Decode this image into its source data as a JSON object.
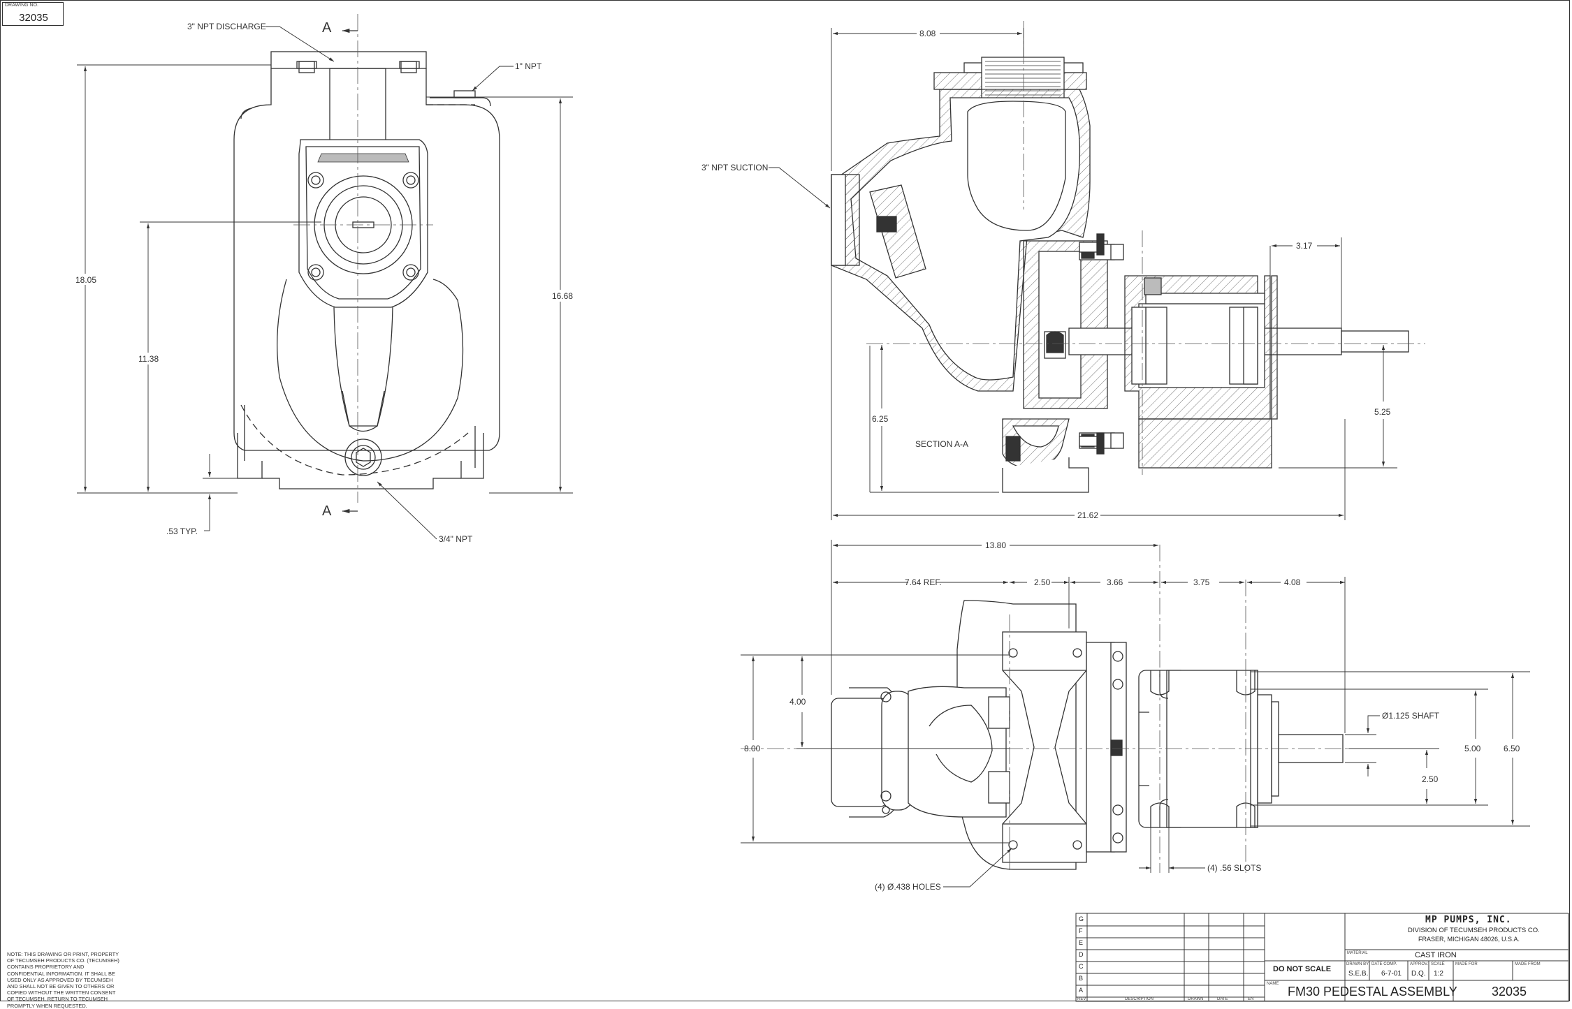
{
  "drawing_number_label": "DRAWING NO.",
  "drawing_number": "32035",
  "front_view": {
    "discharge_label": "3\" NPT DISCHARGE",
    "npt1_label": "1\" NPT",
    "npt34_label": "3/4\" NPT",
    "section_mark": "A",
    "dim_height_total": "18.05",
    "dim_height_right": "16.68",
    "dim_center": "11.38",
    "dim_base": ".53 TYP."
  },
  "section_view": {
    "suction_label": "3\" NPT SUCTION",
    "section_label": "SECTION A-A",
    "dim_top": "8.08",
    "dim_shaft": "3.17",
    "dim_center": "6.25",
    "dim_right": "5.25",
    "dim_length": "21.62"
  },
  "plan_view": {
    "dim_overall": "13.80",
    "dim_ref": "7.64 REF.",
    "dim_a": "2.50",
    "dim_b": "3.66",
    "dim_c": "3.75",
    "dim_d": "4.08",
    "dim_left_inner": "4.00",
    "dim_left_outer": "8.00",
    "dim_right_inner": "5.00",
    "dim_right_outer": "6.50",
    "dim_half": "2.50",
    "shaft_label": "Ø1.125 SHAFT",
    "holes_label": "(4) Ø.438 HOLES",
    "slots_label": "(4) .56 SLOTS"
  },
  "note": "NOTE: THIS DRAWING OR PRINT, PROPERTY OF TECUMSEH PRODUCTS CO. (TECUMSEH) CONTAINS PROPRIETORY AND CONFIDENTIAL INFORMATION. IT SHALL BE USED ONLY AS APPROVED BY TECUMSEH AND SHALL NOT BE GIVEN TO OTHERS OR COPIED WITHOUT THE WRITTEN CONSENT OF TECUMSEH. RETURN TO TECUMSEH PROMPTLY WHEN REQUESTED.",
  "title_block": {
    "revision_letters": [
      "G",
      "F",
      "E",
      "D",
      "C",
      "B",
      "A"
    ],
    "rev_headers": [
      "REV",
      "DESCRIPTION",
      "DRAWN",
      "DATE",
      "EN"
    ],
    "do_not_scale": "DO NOT SCALE",
    "company": "MP PUMPS, INC.",
    "division": "DIVISION OF TECUMSEH PRODUCTS CO.",
    "address": "FRASER, MICHIGAN 48026, U.S.A.",
    "material_label": "MATERIAL",
    "material": "CAST IRON",
    "drawn_by_label": "DRAWN BY",
    "drawn_by": "S.E.B.",
    "date_comp_label": "DATE COMP.",
    "date_comp": "6-7-01",
    "approv_label": "APPROV.",
    "approv": "D.Q.",
    "scale_label": "SCALE",
    "scale": "1:2",
    "made_for_label": "MADE FOR",
    "made_from_label": "MADE FROM",
    "name_label": "NAME",
    "name": "FM30 PEDESTAL ASSEMBLY",
    "number": "32035"
  }
}
